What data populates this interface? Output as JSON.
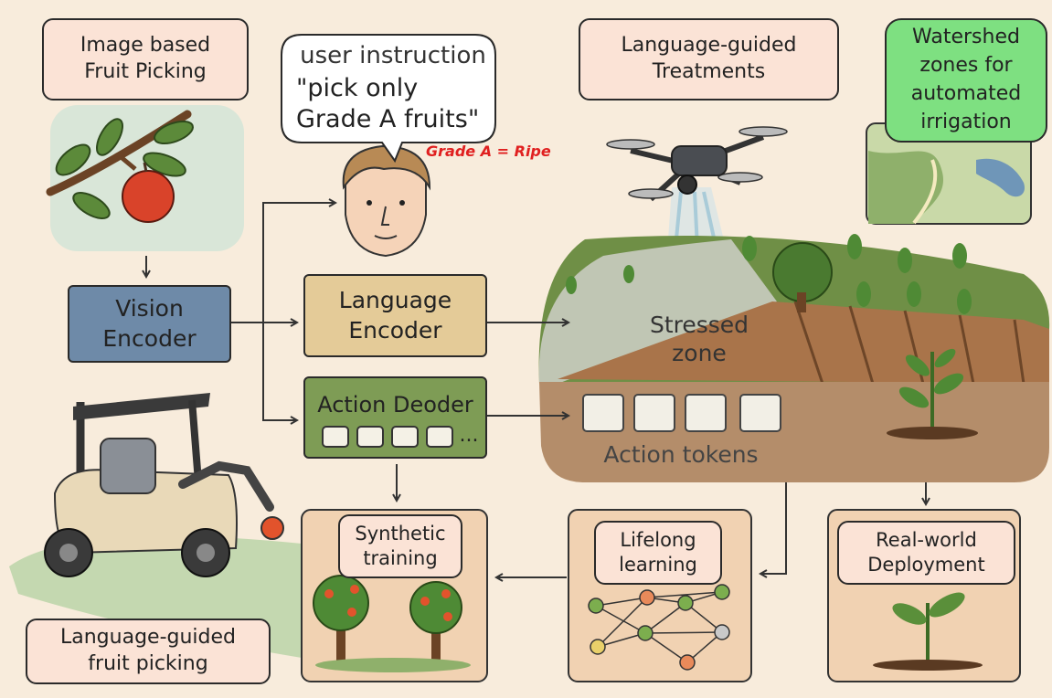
{
  "labels": {
    "image_fruit_picking": "Image based\nFruit Picking",
    "user_instruction_title": "user instruction",
    "user_instruction_text": "\"pick only\nGrade A fruits\"",
    "grade_note": "Grade A = Ripe",
    "language_guided_treatments": "Language-guided\nTreatments",
    "watershed_zones": "Watershed\nzones for\nautomated\nirrigation",
    "vision_encoder": "Vision\nEncoder",
    "language_encoder": "Language\nEncoder",
    "action_decoder": "Action Deoder",
    "action_decoder_ellipsis": "...",
    "stressed_zone": "Stressed\nzone",
    "action_tokens": "Action tokens",
    "synthetic_training": "Synthetic\ntraining",
    "lifelong_learning": "Lifelong\nlearning",
    "real_world_deployment": "Real-world\nDeployment",
    "language_guided_fruit_picking": "Language-guided\nfruit picking"
  },
  "colors": {
    "background": "#f8ecdc",
    "pink_box": "#fbe3d6",
    "vision_encoder": "#6e8aa8",
    "language_encoder": "#e4cb98",
    "action_decoder": "#7e9c55",
    "watershed_box": "#7ee081",
    "grade_note": "#e02020",
    "panel_bg": "#f1d2b2"
  }
}
